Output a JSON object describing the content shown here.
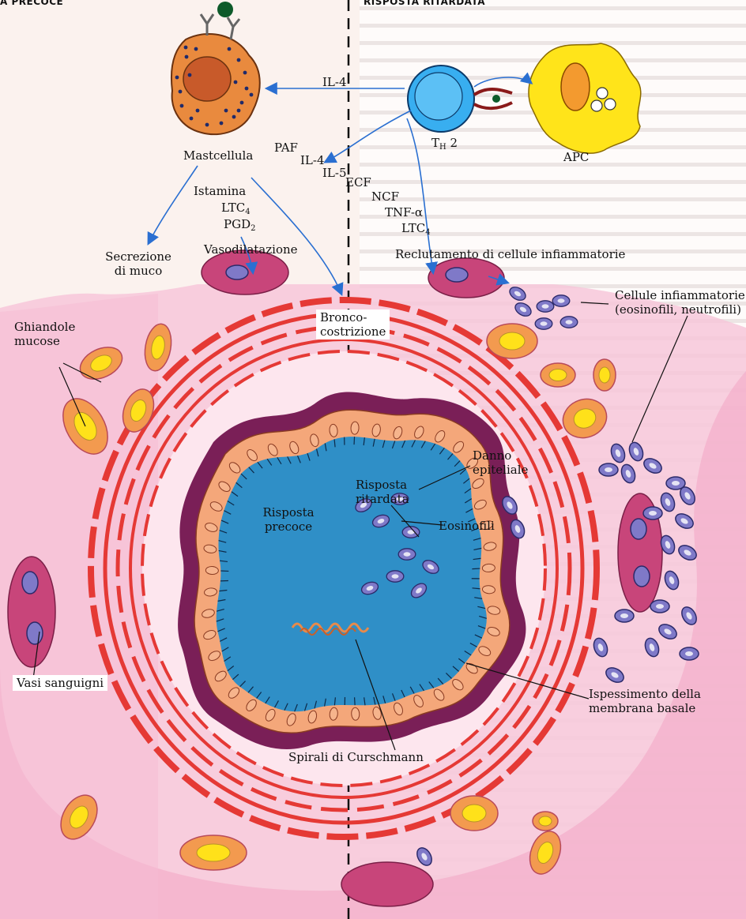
{
  "headers": {
    "left": "A PRECOCE",
    "right": "RISPOSTA RITARDATA"
  },
  "labels": {
    "mastcellula": "Mastcellula",
    "il4_top": "IL-4",
    "th2": "T",
    "th2_sub": "H",
    "th2_num": " 2",
    "apc": "APC",
    "paf": "PAF",
    "il4_mid": "IL-4",
    "il5": "IL-5",
    "ecf": "ECF",
    "ncf": "NCF",
    "tnf": "TNF-α",
    "ltc4_right": "LTC",
    "ltc4_right_sub": "4",
    "istamina": "Istamina",
    "ltc4_left": "LTC",
    "ltc4_left_sub": "4",
    "pgd2": "PGD",
    "pgd2_sub": "2",
    "vasodilatazione": "Vasodilatazione",
    "secrezione_1": "Secrezione",
    "secrezione_2": "di muco",
    "reclutamento": "Reclutamento di cellule infiammatorie",
    "cellule_infiammatorie_1": "Cellule infiammatorie",
    "cellule_infiammatorie_2": "(eosinofili, neutrofili)",
    "ghiandole_1": "Ghiandole",
    "ghiandole_2": "mucose",
    "bronco_1": "Bronco-",
    "bronco_2": "costrizione",
    "danno_1": "Danno",
    "danno_2": "epiteliale",
    "risposta_ritardata_1": "Risposta",
    "risposta_ritardata_2": "ritardata",
    "risposta_precoce_1": "Risposta",
    "risposta_precoce_2": "precoce",
    "eosinofili": "Eosinofili",
    "vasi": "Vasi sanguigni",
    "ispessimento_1": "Ispessimento della",
    "ispessimento_2": "membrana basale",
    "spirali": "Spirali di Curschmann"
  },
  "colors": {
    "background": "#fbf2ee",
    "bronchus_ring": "#e53935",
    "mucosa_dark": "#7a1f57",
    "lumen": "#2f8fc7",
    "epithelium": "#f4a77a",
    "gland_outer": "#f39a4f",
    "gland_inner": "#ffe11a",
    "vessel": "#c8457a",
    "eosinophil": "#7f79c8",
    "mast_cell": "#e98a3e",
    "th2_cell": "#38aef0",
    "apc_cell": "#ffe41a",
    "arrow": "#2a6fd1",
    "tissue_pink": "#f7c7d9"
  }
}
